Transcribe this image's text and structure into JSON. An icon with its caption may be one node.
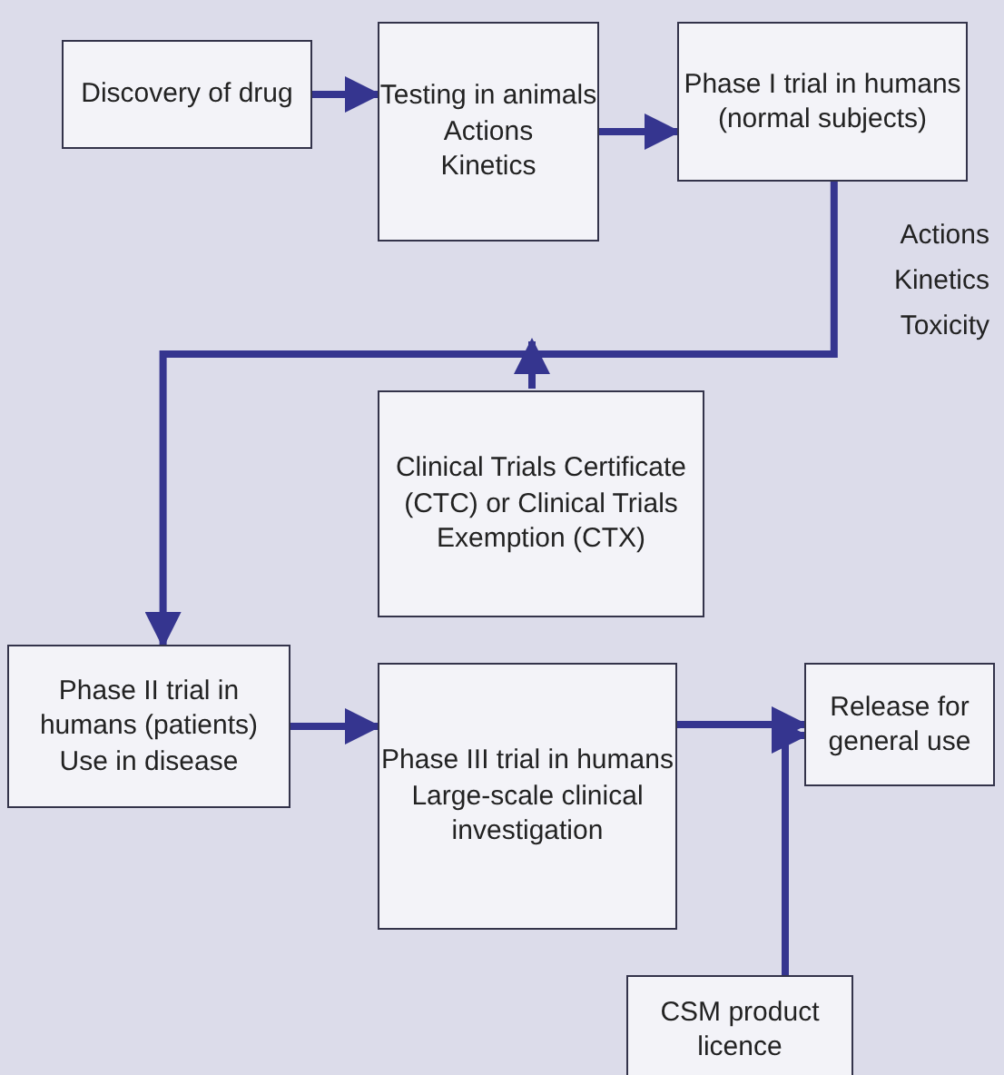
{
  "diagram": {
    "nodes": [
      {
        "text": [
          "Discovery of drug"
        ]
      },
      {
        "text": [
          "Testing in animals",
          "Actions",
          "Kinetics"
        ]
      },
      {
        "text": [
          "Phase I trial in humans (normal subjects)"
        ],
        "beside": [
          "Actions Kinetics Toxicity"
        ]
      },
      {
        "text": [
          "Clinical Trials Certificate (CTC) or Clinical Trials Exemption (CTX)"
        ]
      },
      {
        "text": [
          "Phase II trial in humans (patients)",
          "Use in disease"
        ]
      },
      {
        "text": [
          "Phase III trial in humans",
          "Large-scale clinical investigation"
        ]
      },
      {
        "text": [
          "Release for general use"
        ]
      },
      {
        "text": [
          "CSM product licence"
        ]
      }
    ],
    "edges": [
      {
        "from": 0,
        "to": 1,
        "arrow": "to"
      },
      {
        "from": 1,
        "to": 2,
        "arrow": "to"
      },
      {
        "from": 2,
        "to": 4,
        "arrow": "to"
      },
      {
        "from": 3,
        "to": null,
        "arrow": "to"
      },
      {
        "from": 4,
        "to": 5,
        "arrow": "to"
      },
      {
        "from": 5,
        "to": 6,
        "arrow": "to"
      },
      {
        "from": 7,
        "to": 6,
        "arrow": "to"
      }
    ]
  }
}
